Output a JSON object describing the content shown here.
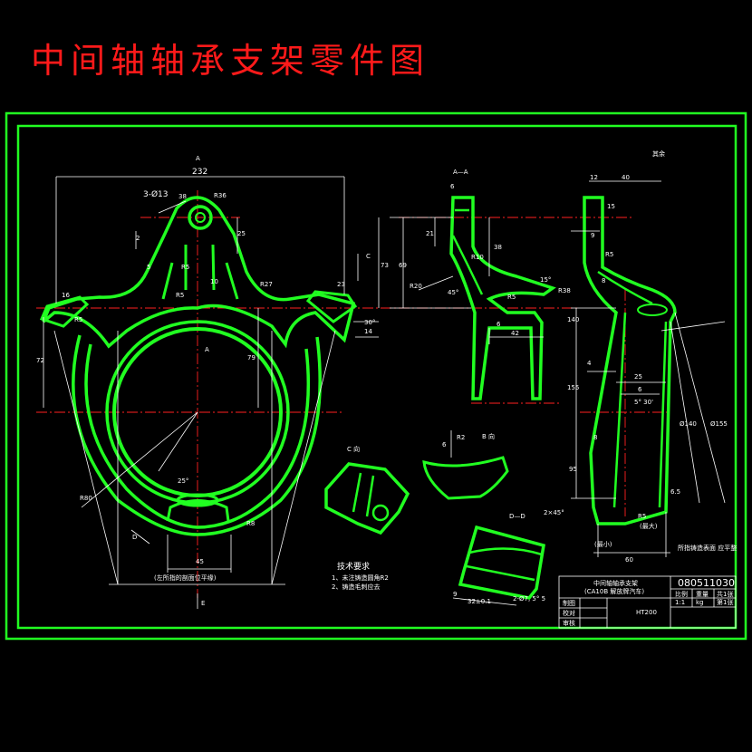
{
  "title": "中间轴轴承支架零件图",
  "colors": {
    "outline": "#21ff21",
    "dimension": "#ffffff",
    "centerline": "#ff2020",
    "title": "#ff1a1a",
    "background": "#000000"
  },
  "front_view": {
    "view_label": "A",
    "dims": {
      "overall_width": "232",
      "holes": "3-Ø13",
      "d38": "38",
      "r36": "R36",
      "two": "2",
      "d25": "25",
      "d73": "73",
      "d5": "5",
      "r5a": "R5",
      "d10": "10",
      "r5b": "R5",
      "r27": "R27",
      "d23": "23",
      "r16": "16",
      "r5c": "R5",
      "angle30": "30°",
      "d14": "14",
      "d72": "72",
      "d79": "79",
      "angle25": "25°",
      "r80": "R80",
      "r8": "R8",
      "d45": "45",
      "label_a": "A",
      "label_c": "C",
      "label_d": "D",
      "e_sym": "E"
    },
    "base_note": "(左所指的剖面位平缘)"
  },
  "section_aa": {
    "label": "A—A",
    "dims": {
      "d6": "6",
      "d21": "21",
      "d38": "38",
      "d69": "69",
      "r10": "R10",
      "r20": "R20",
      "angle45": "45°",
      "r38": "R38",
      "angle15": "15°",
      "r5": "R5",
      "d42": "42",
      "d6b": "6"
    }
  },
  "side_view": {
    "roughness": "其余",
    "dims": {
      "d12": "12",
      "d40": "40",
      "d15": "15",
      "d9": "9",
      "r5": "R5",
      "d8": "8",
      "d140": "140",
      "d155": "155",
      "d4": "4",
      "d25": "25",
      "d6": "6",
      "angle": "5° 30'",
      "d95": "95",
      "dim140": "Ø140",
      "dim155": "Ø155",
      "r5b": "R5",
      "c2": "2×45°",
      "d60": "60",
      "n8": "8",
      "n6": "6.5",
      "note_small": "(最小)",
      "note_max": "(最大)"
    },
    "note": "所指铸造表面 应平整"
  },
  "views": {
    "c_view": "C 向",
    "b_view": "B 向",
    "d_view": "D—D",
    "r2": "R2",
    "d6": "6",
    "dims_d": {
      "d9": "9",
      "d32": "32±0.1",
      "chamfer": "2-Ø7, 5° 5"
    }
  },
  "tech": {
    "heading": "技术要求",
    "items": [
      "1、未注铸造圆角R2",
      "2、铸造毛刺应去"
    ]
  },
  "title_block": {
    "part_name": "中间轴轴承支架",
    "part_sub": "(CA10B  解放牌汽车)",
    "drawing_no": "080511030",
    "headers": [
      "比例",
      "重量",
      "共1张"
    ],
    "values": [
      "1:1",
      "kg",
      "第1张"
    ],
    "rows": [
      "制图",
      "校对",
      "审核"
    ],
    "material": "HT200"
  }
}
